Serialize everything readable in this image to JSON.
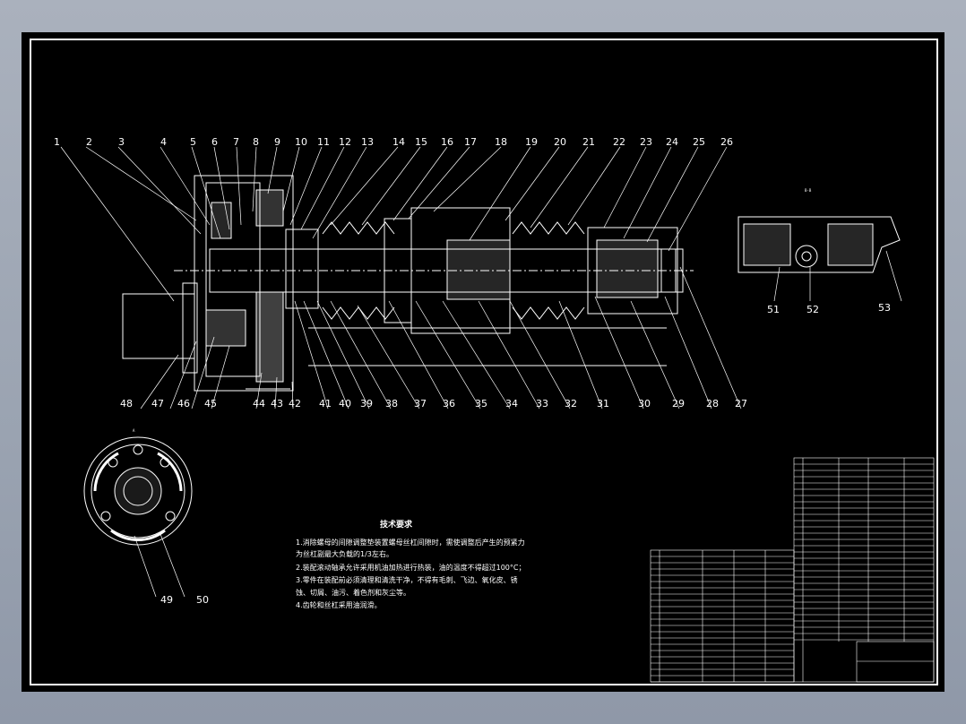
{
  "part_numbers_top": [
    "1",
    "2",
    "3",
    "4",
    "5",
    "6",
    "7",
    "8",
    "9",
    "10",
    "11",
    "12",
    "13",
    "14",
    "15",
    "16",
    "17",
    "18",
    "19",
    "20",
    "21",
    "22",
    "23",
    "24",
    "25",
    "26"
  ],
  "part_numbers_bottom": [
    "48",
    "47",
    "46",
    "45",
    "44",
    "43",
    "42",
    "41",
    "40",
    "39",
    "38",
    "37",
    "36",
    "35",
    "34",
    "33",
    "32",
    "31",
    "30",
    "29",
    "28",
    "27"
  ],
  "part_numbers_section": [
    "51",
    "52",
    "53"
  ],
  "part_numbers_flange": [
    "49",
    "50"
  ],
  "section_label": "B-B",
  "flange_view_label": "A",
  "notes_title": "技术要求",
  "notes": [
    "1.消除螺母的间隙调整垫装置螺母丝杠间隙时，需使调整后产生的预紧力",
    "为丝杠副最大负载的1/3左右。",
    "2.装配滚动轴承允许采用机油加热进行热装，油的温度不得超过100°C；",
    "3.零件在装配前必须清理和清洗干净，不得有毛刺、飞边、氧化皮、锈",
    "蚀、切屑、油污、着色剂和灰尘等。",
    "4.齿轮和丝杠采用油润滑。"
  ],
  "colors": {
    "background": "#000000",
    "lines": "#ffffff",
    "frame_outer": "#9aa3b1"
  }
}
